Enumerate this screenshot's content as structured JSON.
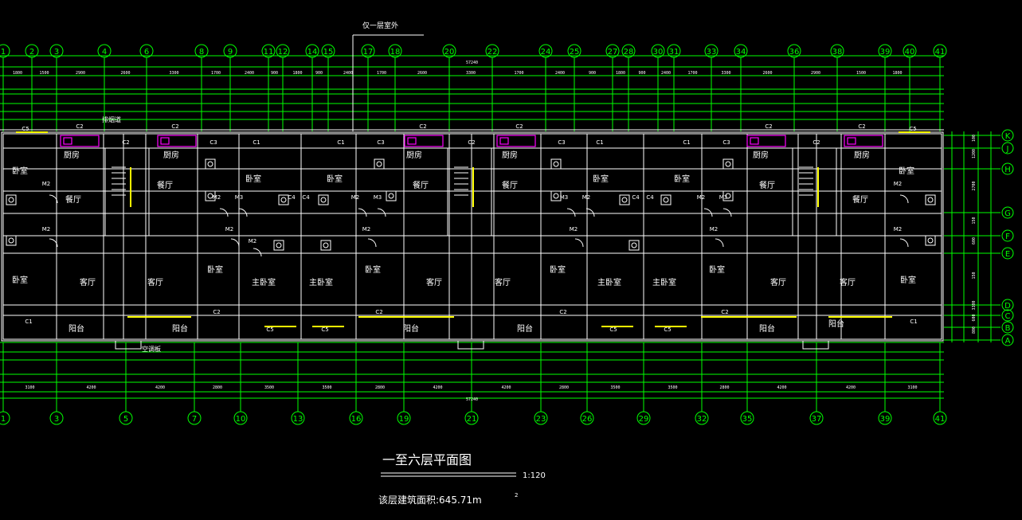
{
  "drawing": {
    "title": "一至六层平面图",
    "scale": "1:120",
    "area_text": "该层建筑面积:645.71m",
    "area_superscript": "2",
    "top_note": "仅一层室外",
    "stair_note": "排烟道",
    "ac_note": "空调板",
    "total_dimension": "57240"
  },
  "axes": {
    "top_bubbles": [
      "1",
      "2",
      "3",
      "4",
      "6",
      "8",
      "9",
      "11",
      "12",
      "14",
      "15",
      "17",
      "18",
      "20",
      "22",
      "24",
      "25",
      "27",
      "28",
      "30",
      "31",
      "33",
      "34",
      "36",
      "38",
      "39",
      "40",
      "41"
    ],
    "bottom_bubbles": [
      "1",
      "3",
      "5",
      "7",
      "10",
      "13",
      "16",
      "19",
      "21",
      "23",
      "26",
      "29",
      "32",
      "35",
      "37",
      "39",
      "41"
    ],
    "right_bubbles": [
      "K",
      "J",
      "H",
      "G",
      "F",
      "E",
      "D",
      "C",
      "B",
      "A"
    ]
  },
  "dimensions": {
    "top_row1": [
      "1800",
      "1500",
      "2900",
      "2600",
      "3300",
      "1700",
      "2400",
      "900",
      "1800",
      "900",
      "2400",
      "1700",
      "2600",
      "3300",
      "1700",
      "2400",
      "900",
      "1800",
      "900",
      "2400",
      "1700",
      "3300",
      "2600",
      "2900",
      "1500",
      "1800"
    ],
    "bottom_row1": [
      "3100",
      "4200",
      "4200",
      "2800",
      "3500",
      "3500",
      "2800",
      "4200",
      "4200",
      "2800",
      "3500",
      "3500",
      "2800",
      "4200",
      "4200",
      "3100"
    ],
    "right_dims": [
      "100",
      "1200",
      "2700",
      "150",
      "600",
      "150",
      "3300",
      "600",
      "800"
    ]
  },
  "rooms": {
    "bedroom": "卧室",
    "master_bedroom": "主卧室",
    "living": "客厅",
    "dining": "餐厅",
    "kitchen": "厨房",
    "balcony": "阳台"
  },
  "windows": [
    "C1",
    "C2",
    "C3",
    "C4",
    "C5",
    "M2",
    "M3"
  ]
}
